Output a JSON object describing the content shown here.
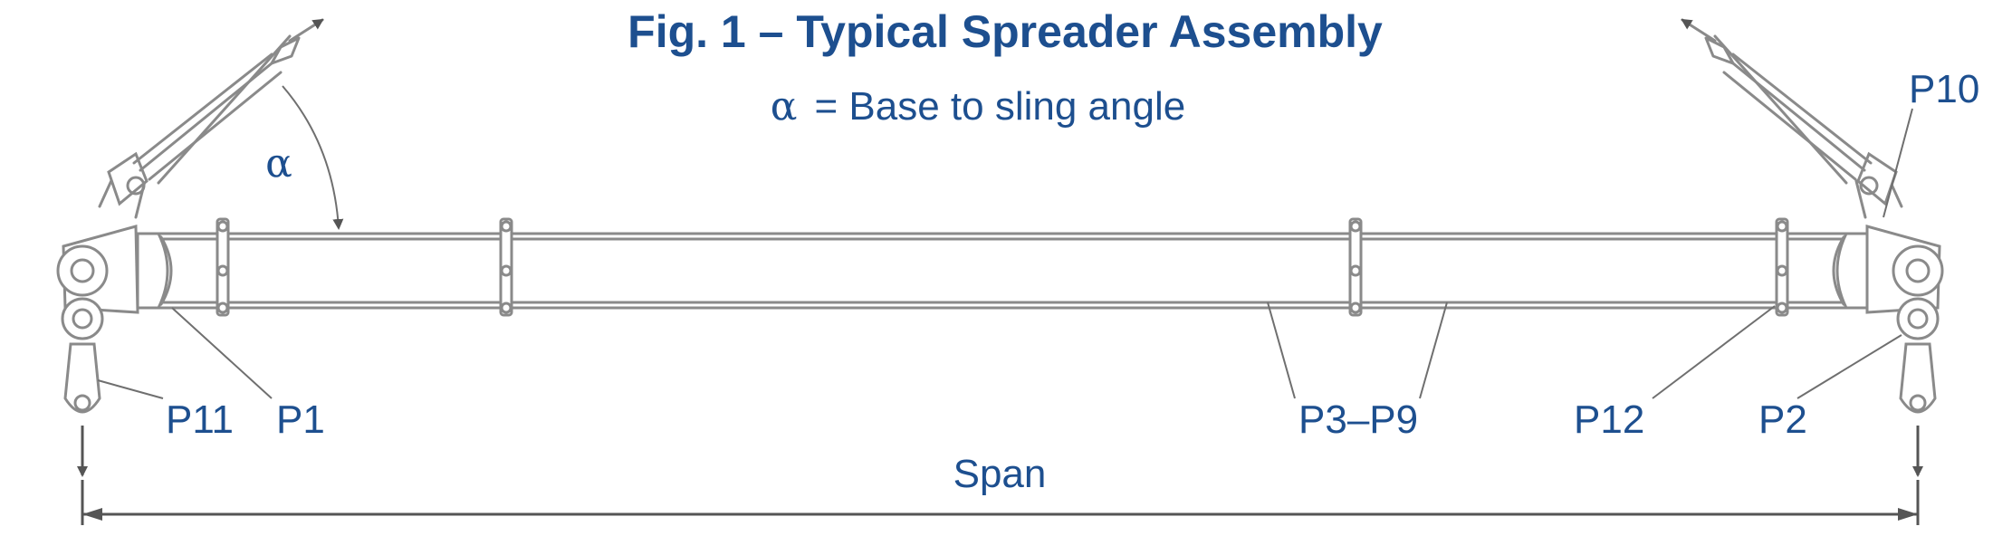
{
  "figure": {
    "title": "Fig. 1 – Typical Spreader Assembly",
    "legend": {
      "symbol": "α",
      "text": "= Base to sling angle"
    },
    "angle_symbol": "α",
    "span_label": "Span",
    "callouts": {
      "p11": "P11",
      "p1": "P1",
      "p3_p9": "P3–P9",
      "p12": "P12",
      "p2": "P2",
      "p10": "P10"
    },
    "colors": {
      "text": "#1d4f8f",
      "drawing": "#8a8a8a"
    }
  }
}
